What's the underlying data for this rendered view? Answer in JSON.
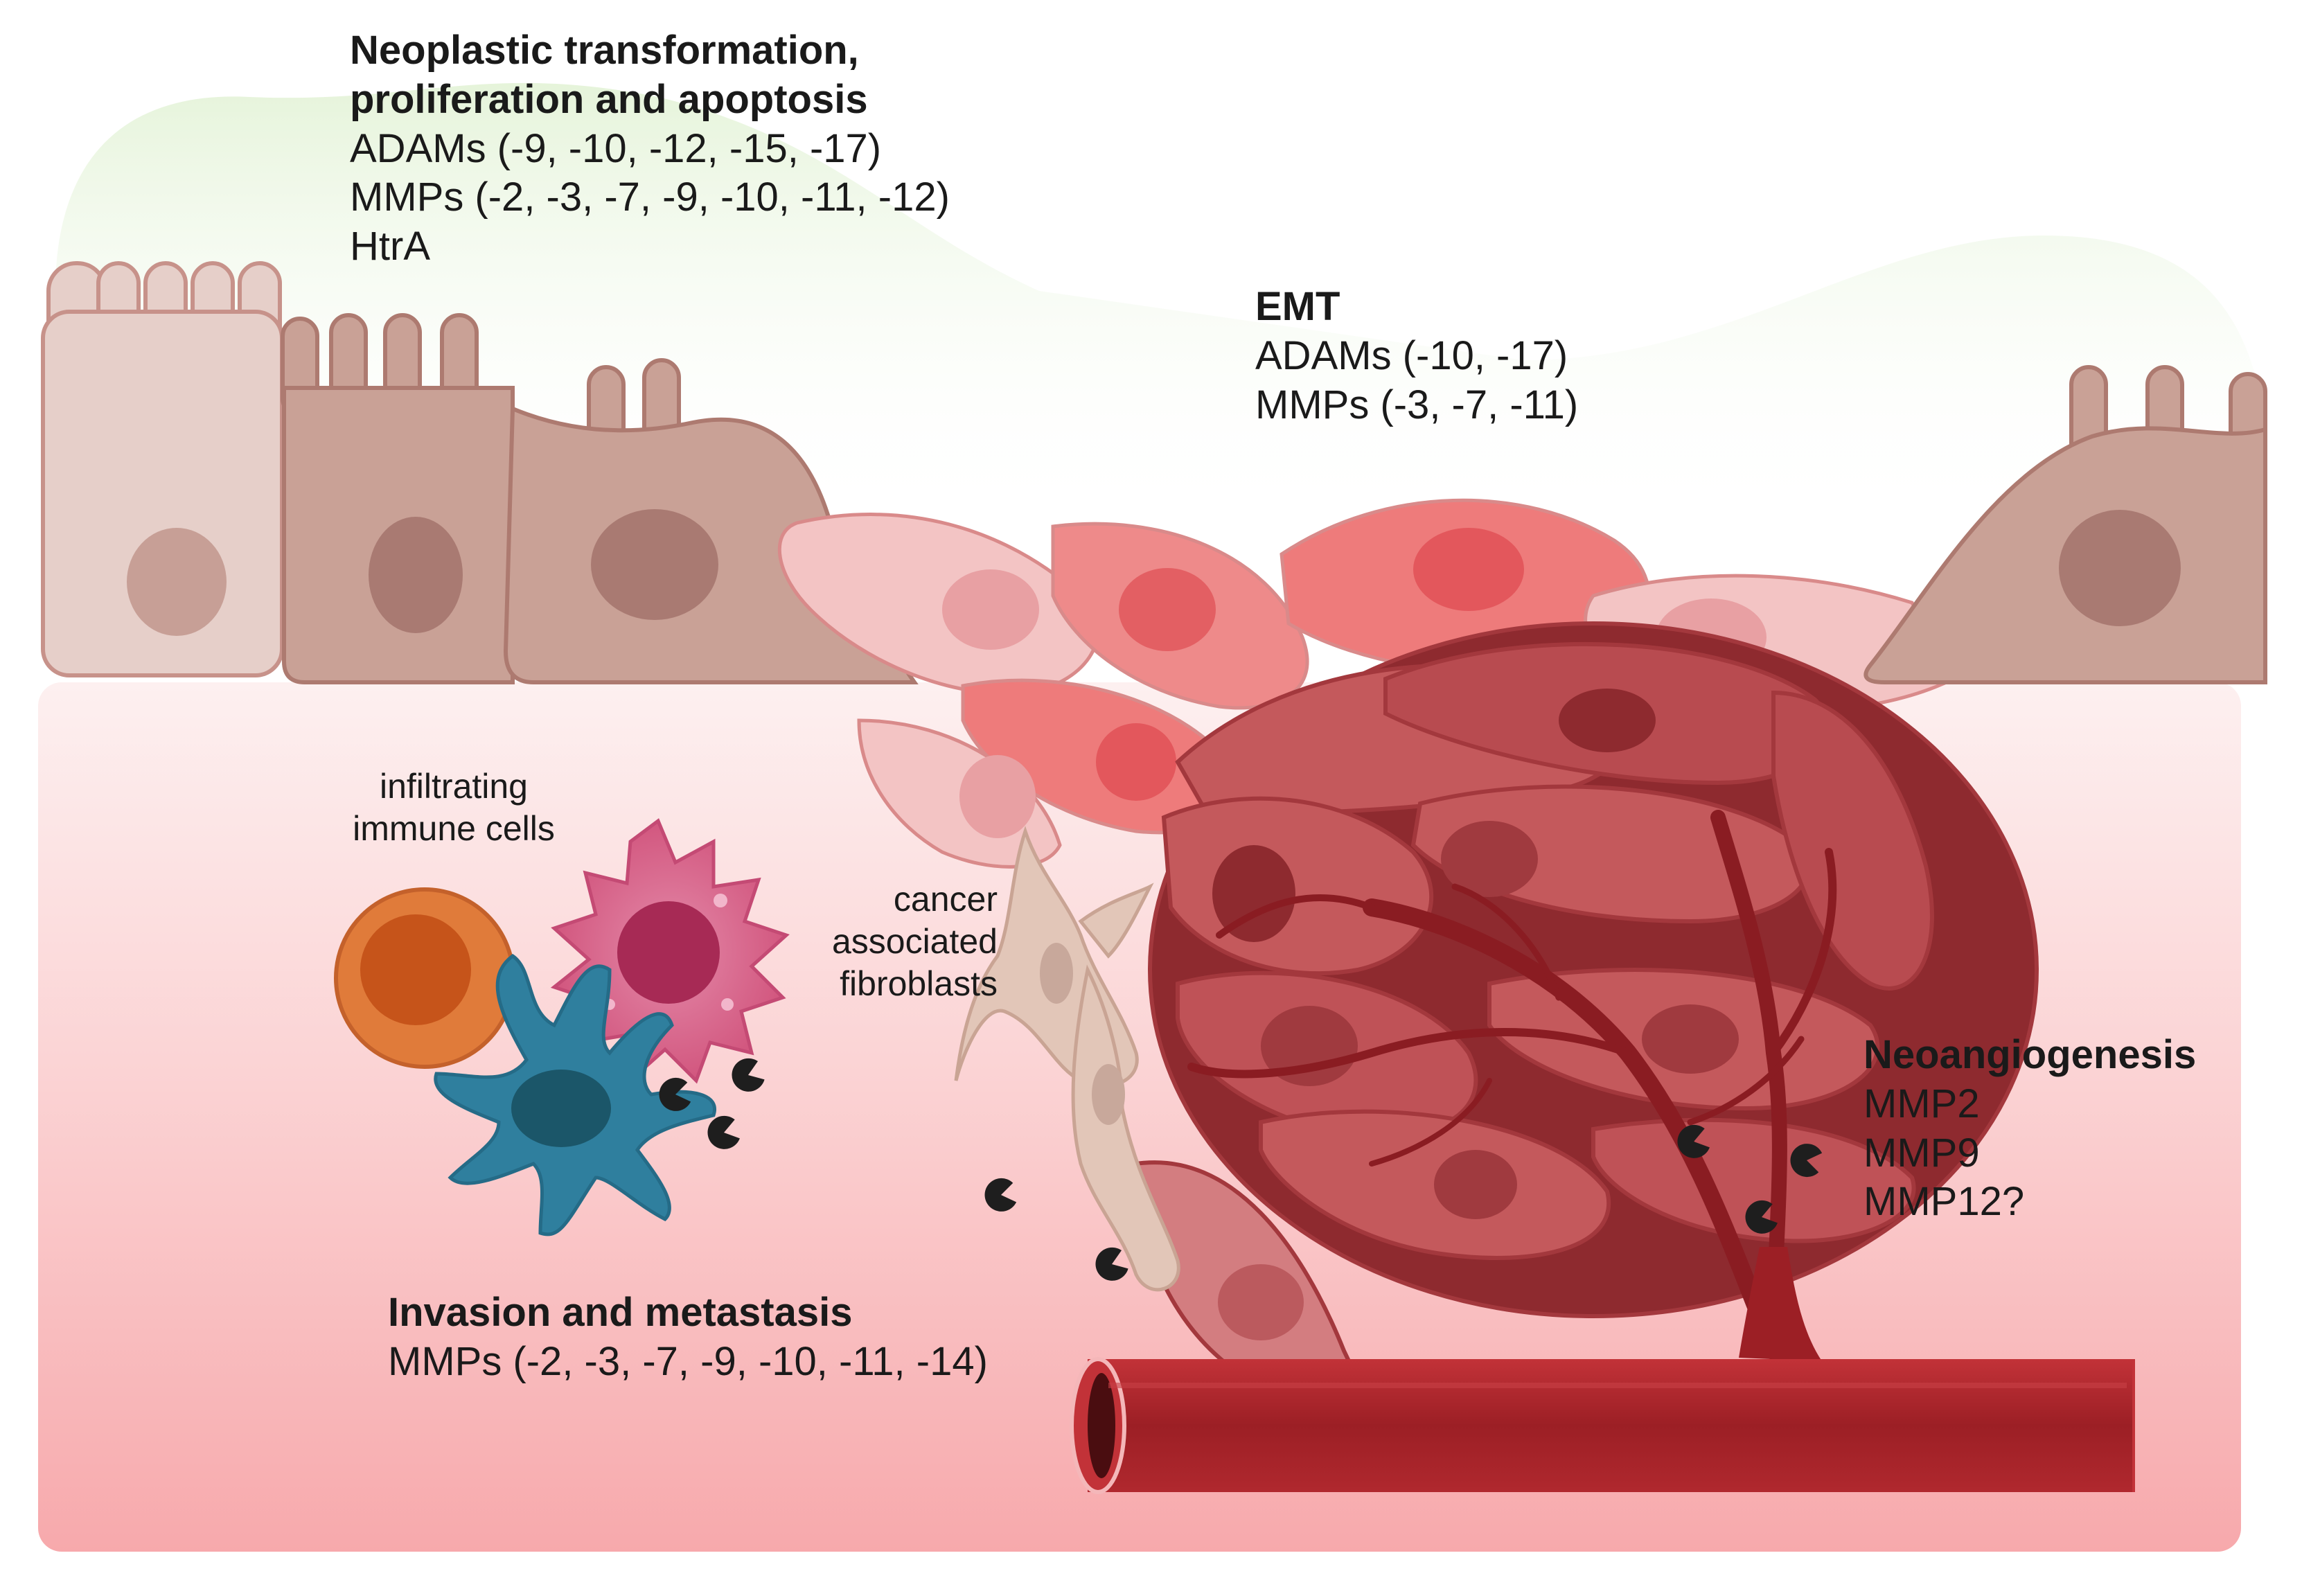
{
  "labels": {
    "neoplastic": {
      "title_line1": "Neoplastic transformation,",
      "title_line2": "proliferation and apoptosis",
      "items": [
        "ADAMs (-9, -10, -12, -15, -17)",
        "MMPs (-2, -3, -7, -9, -10, -11, -12)",
        "HtrA"
      ]
    },
    "emt": {
      "title": "EMT",
      "items": [
        "ADAMs (-10, -17)",
        "MMPs (-3, -7, -11)"
      ]
    },
    "immune": {
      "line1": "infiltrating",
      "line2": "immune cells"
    },
    "fibroblasts": {
      "line1": "cancer",
      "line2": "associated",
      "line3": "fibroblasts"
    },
    "neoangiogenesis": {
      "title": "Neoangiogenesis",
      "items": [
        "MMP2",
        "MMP9",
        "MMP12?"
      ]
    },
    "invasion": {
      "title": "Invasion and metastasis",
      "items": [
        "MMPs (-2, -3, -7, -9, -10, -11, -14)"
      ]
    }
  },
  "colors": {
    "stroma_top": "#fbe9ea",
    "stroma_bottom": "#f8b0b3",
    "lumen_glow": "#e4f3d8",
    "normal_cell_light": "#e6cfc9",
    "normal_cell": "#c9a196",
    "normal_nucleus": "#a97a72",
    "emt_cell_light": "#f3c4c4",
    "emt_cell_red": "#ee7b7b",
    "tumor_cell": "#c4595c",
    "tumor_dark": "#8e2a2f",
    "vessel": "#a8242a",
    "immune_orange": "#e07b3a",
    "immune_pink": "#d8668d",
    "immune_blue": "#2f7f9e",
    "fibroblast": "#e2c6b8",
    "protease": "#1e1e1e"
  },
  "icons": [
    "protease-icon",
    "blood-vessel",
    "fibroblast-cell",
    "immune-cell"
  ]
}
